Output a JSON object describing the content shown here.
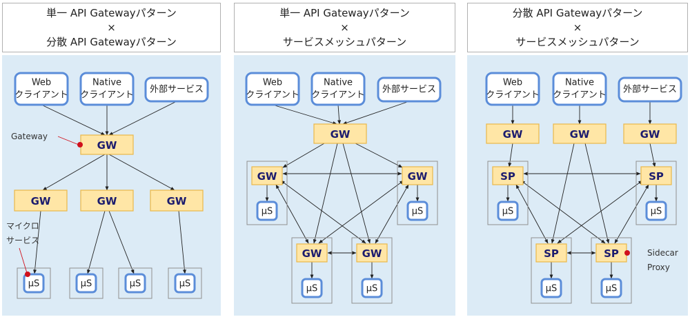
{
  "panels": [
    {
      "title_line1": "単一 API Gatewayパターン",
      "title_line2": "×",
      "title_line3": "分散 API Gatewayパターン"
    },
    {
      "title_line1": "単一 API Gatewayパターン",
      "title_line2": "×",
      "title_line3": "サービスメッシュパターン"
    },
    {
      "title_line1": "分散 API Gatewayパターン",
      "title_line2": "×",
      "title_line3": "サービスメッシュパターン"
    }
  ],
  "labels": {
    "web_line1": "Web",
    "web_line2": "クライアント",
    "native_line1": "Native",
    "native_line2": "クライアント",
    "external": "外部サービス",
    "gw": "GW",
    "sp": "SP",
    "ms": "µS"
  },
  "annotations": {
    "gateway": "Gateway",
    "micro_line1": "マイクロ",
    "micro_line2": "サービス",
    "sidecar_line1": "Sidecar",
    "sidecar_line2": "Proxy"
  },
  "colors": {
    "panel_background": "#dcebf6",
    "client_border": "#5b8dd9",
    "gateway_fill": "#ffe6a6",
    "gateway_border": "#eab84a",
    "gateway_text": "#1c1c6e",
    "annotation_dot": "#d0101c"
  }
}
